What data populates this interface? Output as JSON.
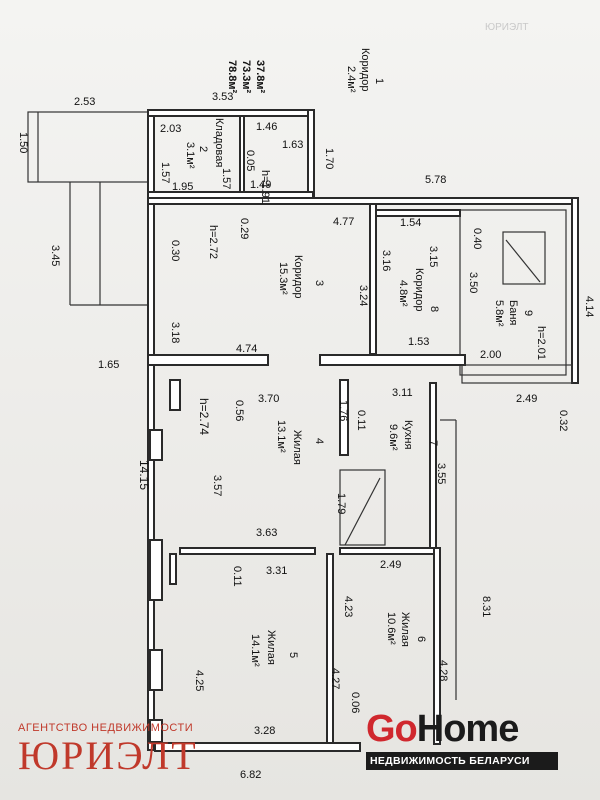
{
  "header": {
    "areas": [
      "37.8м²",
      "73.3м²",
      "78.8м²"
    ],
    "corridor1_num": "1",
    "corridor1_name": "Коридор",
    "corridor1_area": "2.4м²",
    "watermark_top": "ЮРИЭЛТ"
  },
  "rooms": [
    {
      "num": "2",
      "name": "Кладовая",
      "area": "3.1м²"
    },
    {
      "num": "3",
      "name": "Коридор",
      "area": "15.3м²",
      "height": "h=2.72"
    },
    {
      "num": "8",
      "name": "Коридор",
      "area": "4.8м²"
    },
    {
      "num": "9",
      "name": "Баня",
      "area": "5.8м²",
      "height": "h=2.01"
    },
    {
      "num": "4",
      "name": "Жилая",
      "area": "13.1м²",
      "height": "h=2.74"
    },
    {
      "num": "7",
      "name": "Кухня",
      "area": "9.6м²"
    },
    {
      "num": "5",
      "name": "Жилая",
      "area": "14.1м²"
    },
    {
      "num": "6",
      "name": "Жилая",
      "area": "10.6м²"
    }
  ],
  "dims": [
    "2.53",
    "3.53",
    "1.50",
    "2.03",
    "1.46",
    "1.70",
    "1.63",
    "h=1.91",
    "1.57",
    "0.05",
    "1.57",
    "1.95",
    "1.49",
    "5.78",
    "4.77",
    "1.54",
    "0.29",
    "0.30",
    "3.45",
    "3.15",
    "0.40",
    "3.50",
    "4.14",
    "3.16",
    "3.24",
    "3.18",
    "1.65",
    "4.74",
    "1.53",
    "2.00",
    "3.70",
    "3.11",
    "2.49",
    "0.32",
    "0.56",
    "1.76",
    "0.11",
    "14.15",
    "3.57",
    "3.55",
    "1.79",
    "3.63",
    "3.31",
    "2.49",
    "0.11",
    "4.23",
    "8.31",
    "4.25",
    "4.27",
    "4.28",
    "0.06",
    "3.28",
    "6.82"
  ],
  "brand": {
    "agency_top": "АГЕНТСТВО НЕДВИЖИМОСТИ",
    "agency_name": "ЮРИЭЛТ",
    "logo_go": "Go",
    "logo_home": "Home",
    "logo_sub": "НЕДВИЖИМОСТЬ БЕЛАРУСИ"
  }
}
